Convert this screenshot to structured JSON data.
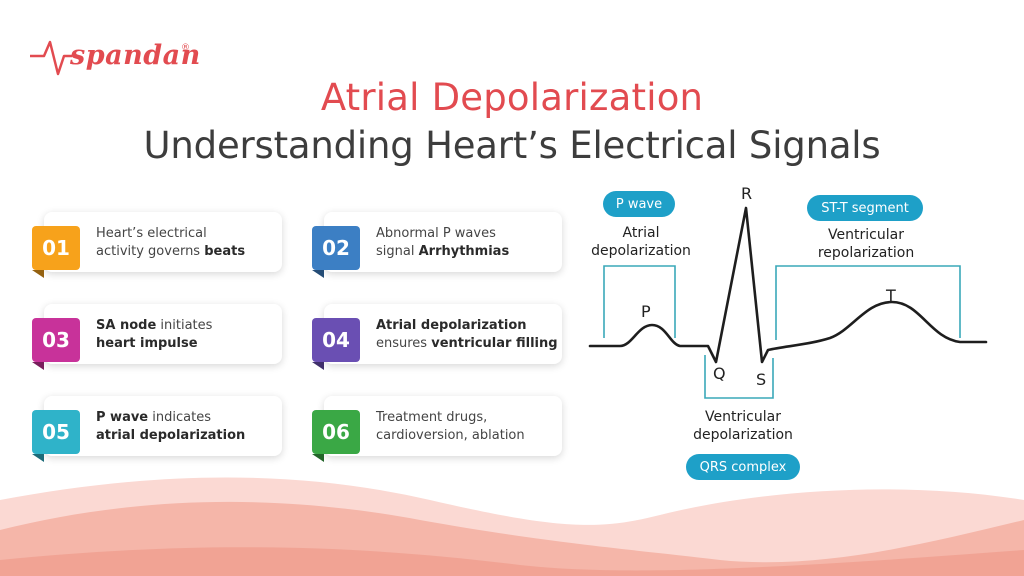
{
  "brand": {
    "name": "spandan",
    "reg": "®"
  },
  "title": {
    "line1": "Atrial Depolarization",
    "line2": "Understanding Heart’s Electrical Signals"
  },
  "colors": {
    "accent": "#e24b50",
    "dark": "#3d3d3d",
    "pill": "#1ea0c8",
    "box": "#3aa8b9"
  },
  "cards": [
    {
      "num": "01",
      "color": "#f7a21b",
      "l1a": "Heart’s electrical",
      "l1b": "",
      "l2a": "activity governs ",
      "l2b": "beats"
    },
    {
      "num": "02",
      "color": "#3c7fc4",
      "l1a": "Abnormal P waves",
      "l1b": "",
      "l2a": "signal ",
      "l2b": "Arrhythmias"
    },
    {
      "num": "03",
      "color": "#c8329a",
      "l1a": "SA node",
      "l1b": " initiates",
      "l2a": "",
      "l2b": "heart impulse"
    },
    {
      "num": "04",
      "color": "#6a4fb3",
      "l1a": "Atrial depolarization",
      "l1b": "",
      "l2a": "ensures ",
      "l2b": "ventricular filling"
    },
    {
      "num": "05",
      "color": "#2fb3c9",
      "l1a": "P wave",
      "l1b": " indicates",
      "l2a": "",
      "l2b": "atrial depolarization"
    },
    {
      "num": "06",
      "color": "#3aa845",
      "l1a": "Treatment drugs,",
      "l1b": "",
      "l2a": "cardioversion, ablation",
      "l2b": ""
    }
  ],
  "ecg": {
    "pills": {
      "p_wave": "P wave",
      "st_t": "ST-T segment",
      "qrs": "QRS complex"
    },
    "labels": {
      "atrial_1": "Atrial",
      "atrial_2": "depolarization",
      "vent_rep_1": "Ventricular",
      "vent_rep_2": "repolarization",
      "vent_dep_1": "Ventricular",
      "vent_dep_2": "depolarization"
    },
    "letters": {
      "p": "P",
      "q": "Q",
      "r": "R",
      "s": "S",
      "t": "T"
    }
  }
}
